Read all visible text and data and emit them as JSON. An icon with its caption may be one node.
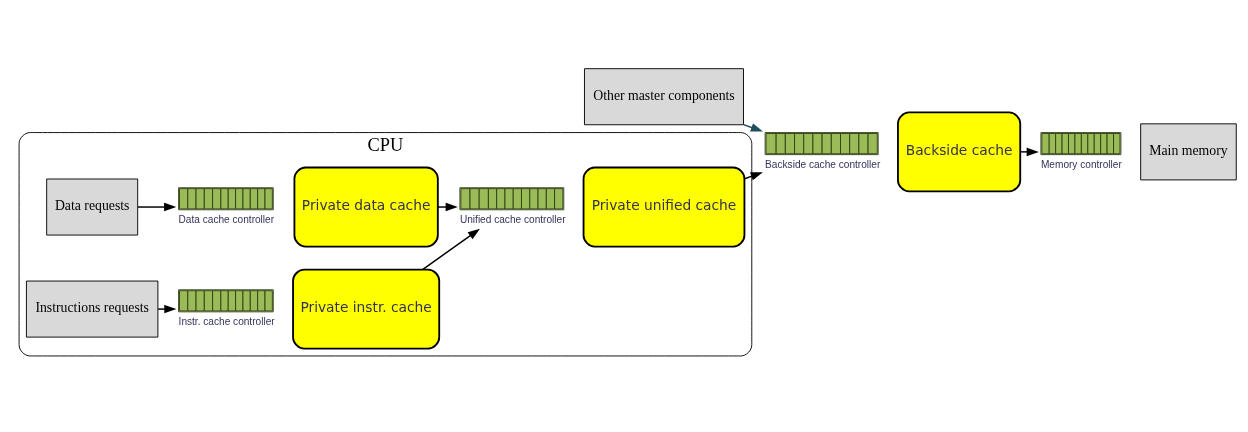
{
  "diagram": {
    "nodes": [
      {
        "text": [
          "Other master components"
        ]
      },
      {
        "text": [
          "CPU"
        ]
      },
      {
        "text": [
          "Data requests"
        ],
        "in": 1
      },
      {
        "text": [
          "Instructions requests"
        ],
        "in": 1
      },
      {
        "text": [],
        "shape": "bar",
        "beside": [
          "Data cache controller"
        ],
        "in": 1
      },
      {
        "text": [
          "Private data cache"
        ],
        "in": 1
      },
      {
        "text": [],
        "shape": "bar",
        "beside": [
          "Instr. cache controller"
        ],
        "in": 1
      },
      {
        "text": [
          "Private instr. cache"
        ],
        "in": 1
      },
      {
        "text": [],
        "shape": "bar",
        "beside": [
          "Unified cache controller"
        ],
        "in": 1
      },
      {
        "text": [
          "Private unified cache"
        ],
        "in": 1
      },
      {
        "text": [],
        "shape": "bar",
        "beside": [
          "Backside cache controller"
        ]
      },
      {
        "text": [
          "Backside cache"
        ]
      },
      {
        "text": [],
        "shape": "bar",
        "beside": [
          "Memory controller"
        ]
      },
      {
        "text": [
          "Main memory"
        ]
      }
    ],
    "edges": [
      {
        "from": 2,
        "to": 4,
        "arrow": "to"
      },
      {
        "from": 3,
        "to": 6,
        "arrow": "to"
      },
      {
        "from": 5,
        "to": 8,
        "arrow": "to"
      },
      {
        "from": 7,
        "to": 8,
        "arrow": "to"
      },
      {
        "from": 9,
        "to": 10,
        "arrow": "to"
      },
      {
        "from": 0,
        "to": 10,
        "arrow": "to",
        "color": "#1f4e5f"
      },
      {
        "from": 11,
        "to": 12,
        "arrow": "to"
      }
    ]
  }
}
